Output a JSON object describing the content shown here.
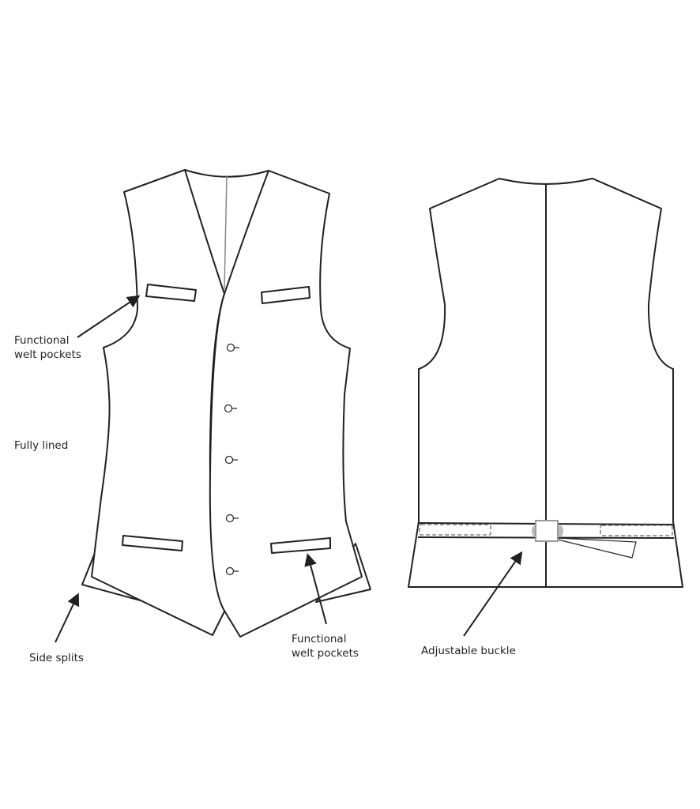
{
  "labels": {
    "front_pockets_line1": "Functional",
    "front_pockets_line2": "welt pockets",
    "fully_lined": "Fully lined",
    "side_splits": "Side splits",
    "lower_pockets_line1": "Functional",
    "lower_pockets_line2": "welt pockets",
    "buckle": "Adjustable buckle"
  },
  "colors": {
    "line": "#231f20",
    "background": "#ffffff"
  },
  "views": [
    "front",
    "back"
  ]
}
